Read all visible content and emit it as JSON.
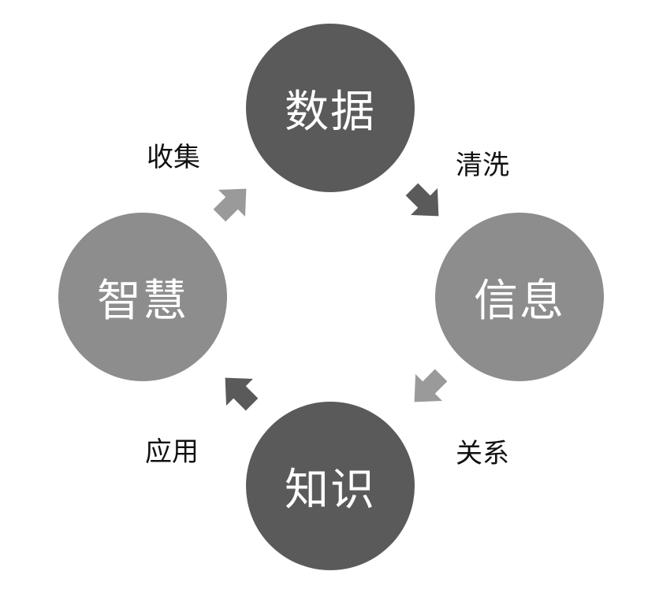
{
  "colors": {
    "dark_node": "#5a5a5a",
    "light_node": "#8d8d8d",
    "dark_arrow": "#5a5a5a",
    "light_arrow": "#9a9a9a"
  },
  "nodes": {
    "data": "数据",
    "information": "信息",
    "knowledge": "知识",
    "wisdom": "智慧"
  },
  "edges": {
    "collect": "收集",
    "clean": "清洗",
    "relate": "关系",
    "apply": "应用"
  }
}
